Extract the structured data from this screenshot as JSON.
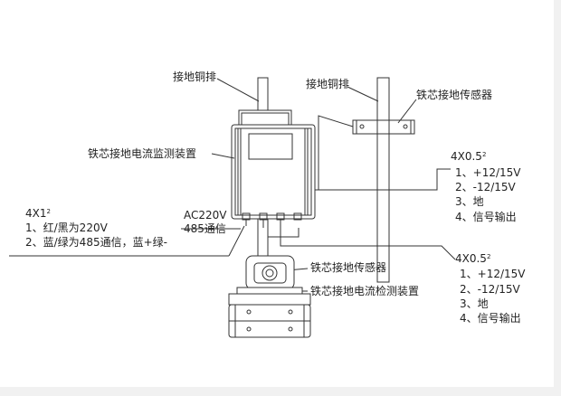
{
  "labels": {
    "copper_bar_left": "接地铜排",
    "copper_bar_right": "接地铜排",
    "sensor_right": "铁芯接地传感器",
    "monitor_device": "铁芯接地电流监测装置",
    "cable_right_top": {
      "spec": "4X0.5",
      "sup": "2",
      "items": [
        "1、+12/15V",
        "2、-12/15V",
        "3、地",
        "4、信号输出"
      ]
    },
    "cable_left": {
      "spec": "4X1",
      "sup": "2",
      "items": [
        "1、红/黑为220V",
        "2、蓝/绿为485通信，蓝+绿-"
      ]
    },
    "power_comm": [
      "AC220V",
      "485通信"
    ],
    "cable_right_bottom": {
      "spec": "4X0.5",
      "sup": "2",
      "items": [
        "1、+12/15V",
        "2、-12/15V",
        "3、地",
        "4、信号输出"
      ]
    },
    "sensor_bottom": "铁芯接地传感器",
    "detect_device": "铁芯接地电流检测装置"
  },
  "colors": {
    "line": "#333333",
    "frame": "#f1f1f1"
  }
}
